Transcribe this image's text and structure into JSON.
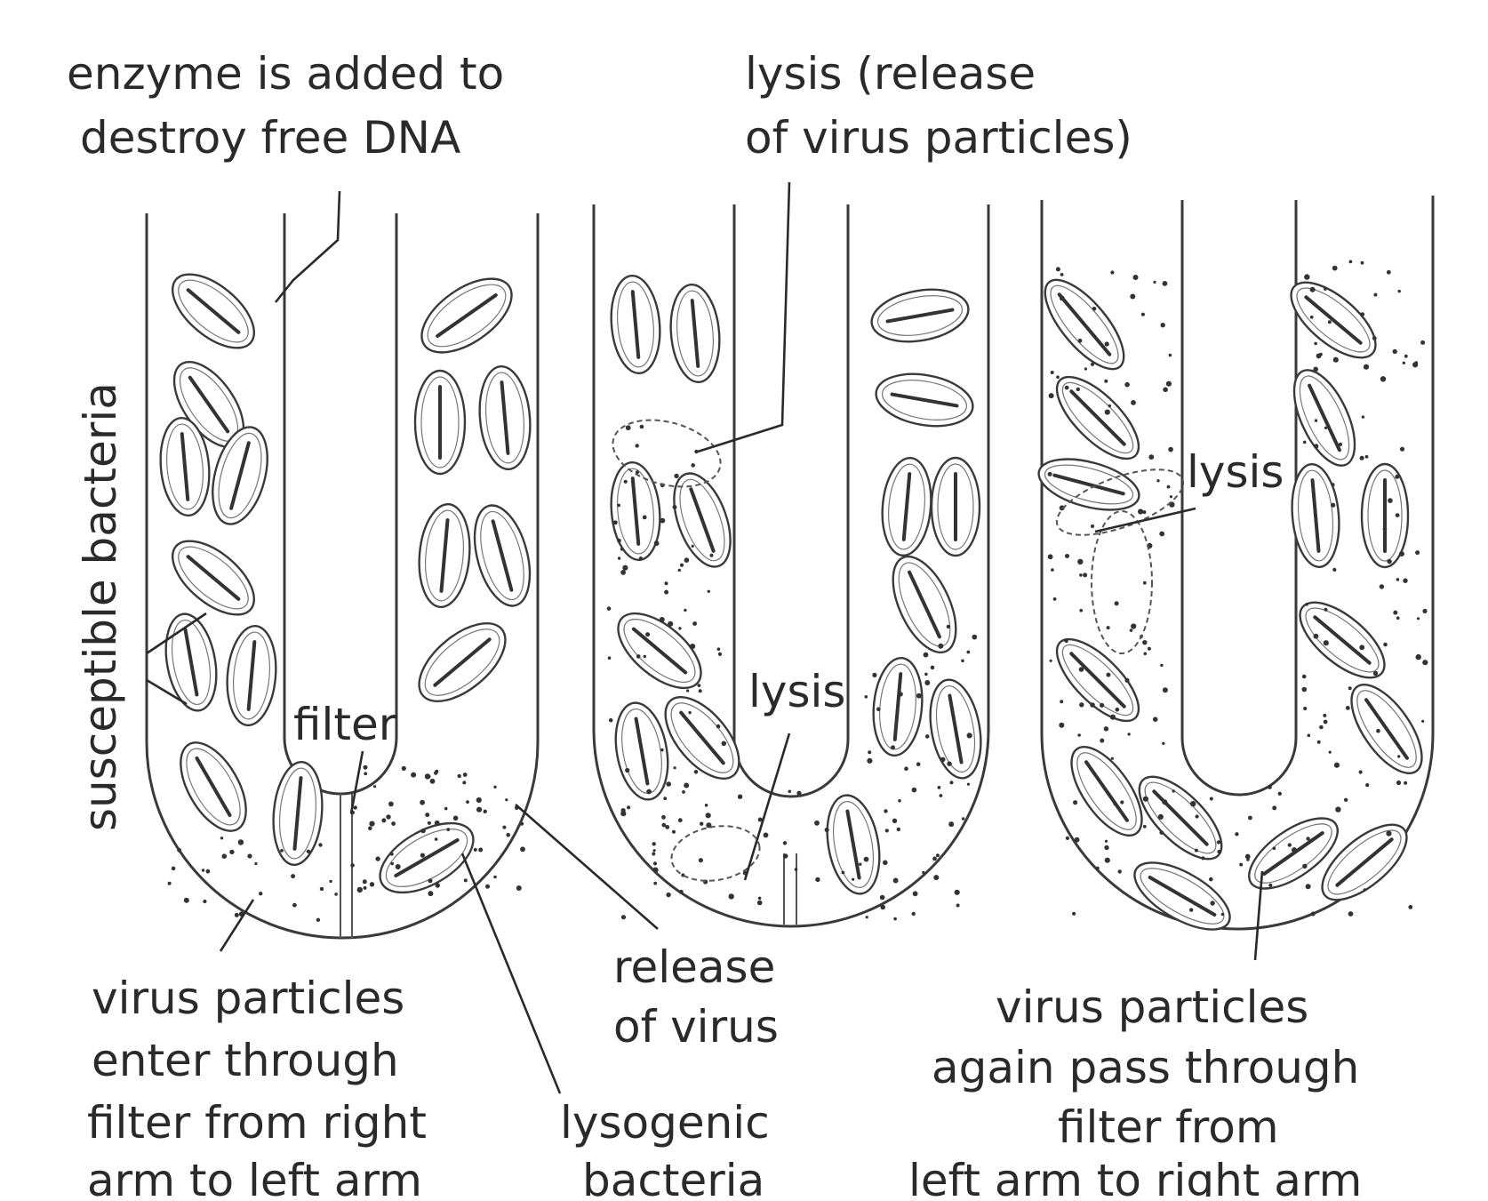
{
  "labels": {
    "enzyme": [
      "enzyme is added to",
      "destroy  free DNA"
    ],
    "lysis_release": [
      "lysis (release",
      "of virus particles)"
    ],
    "susceptible_bacteria": "susceptible bacteria",
    "filter": "filter",
    "lysis_middle": "lysis",
    "lysis_right": "lysis",
    "virus_enter": [
      "virus particles",
      "enter through",
      "filter from right",
      "arm to left arm"
    ],
    "release_of_virus": [
      "release",
      "of virus"
    ],
    "lysogenic_bacteria": [
      "lysogenic",
      "bacteria"
    ],
    "virus_again": [
      "virus particles",
      "again pass through",
      "filter from",
      "left arm to right arm"
    ]
  },
  "colors": {
    "ink": "#2a2a2a",
    "background": "#ffffff"
  }
}
